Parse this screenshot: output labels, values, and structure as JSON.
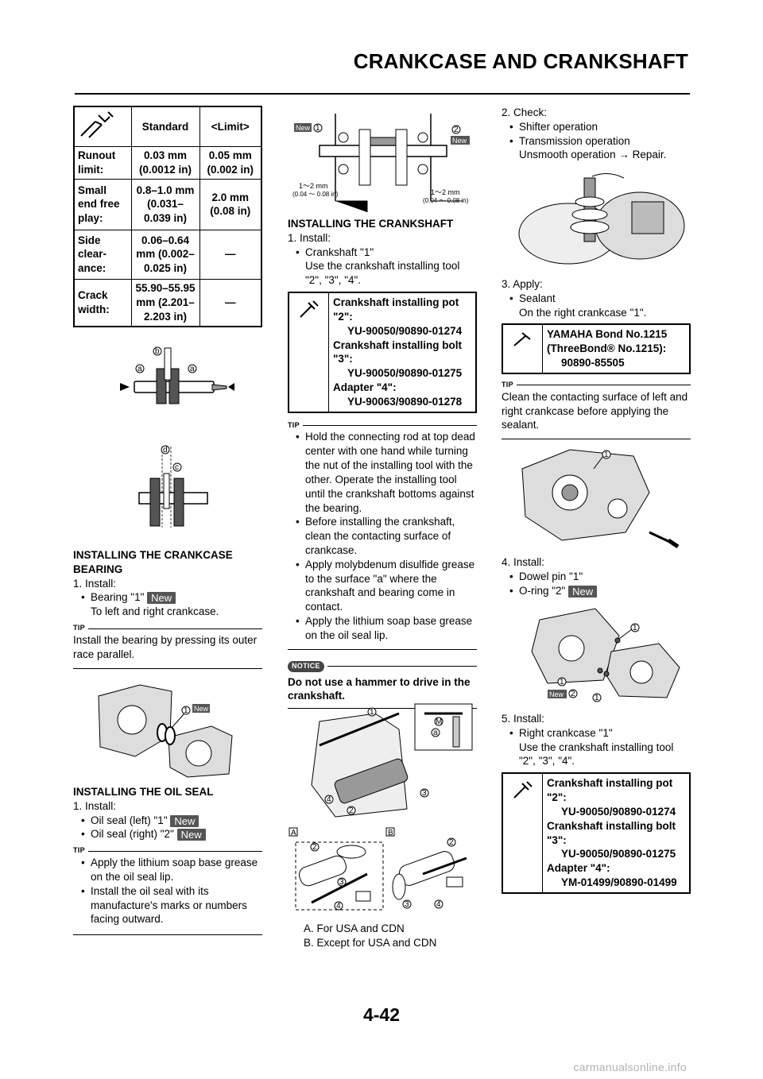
{
  "header": {
    "title": "CRANKCASE AND CRANKSHAFT"
  },
  "page_number": "4-42",
  "watermark": "carmanualsonline.info",
  "spec_table": {
    "col_standard": "Standard",
    "col_limit": "<Limit>",
    "rows": [
      {
        "label": "Runout limit:",
        "standard": "0.03 mm (0.0012 in)",
        "limit": "0.05 mm (0.002 in)"
      },
      {
        "label": "Small end free play:",
        "standard": "0.8–1.0 mm (0.031–0.039 in)",
        "limit": "2.0 mm (0.08 in)"
      },
      {
        "label": "Side clear-ance:",
        "standard": "0.06–0.64 mm (0.002–0.025 in)",
        "limit": "—"
      },
      {
        "label": "Crack width:",
        "standard": "55.90–55.95 mm (2.201–2.203 in)",
        "limit": "—"
      }
    ]
  },
  "labels": {
    "a": "a",
    "b": "b",
    "c": "c",
    "d": "d",
    "m": "M",
    "one": "1",
    "two": "2",
    "three": "3",
    "four": "4",
    "new": "New",
    "box_a": "A",
    "box_b": "B",
    "dim": "1～2 mm",
    "dim_in": "(0.04 ～ 0.08 in)"
  },
  "col1": {
    "bearing_heading": "INSTALLING THE CRANKCASE BEARING",
    "bearing_step1": "1. Install:",
    "bearing_bullet": "Bearing \"1\"",
    "bearing_detail": "To left and right crankcase.",
    "tip_label": "TIP",
    "bearing_tip": "Install the bearing by pressing its outer race parallel.",
    "oilseal_heading": "INSTALLING THE OIL SEAL",
    "oilseal_step1": "1. Install:",
    "oilseal_b1": "Oil seal (left) \"1\"",
    "oilseal_b2": "Oil seal (right) \"2\"",
    "oilseal_tip1": "Apply the lithium soap base grease on the oil seal lip.",
    "oilseal_tip2": "Install the oil seal with its manufacture's marks or numbers facing outward."
  },
  "col2": {
    "crank_heading": "INSTALLING THE CRANKSHAFT",
    "crank_step1": "1. Install:",
    "crank_bullet": "Crankshaft \"1\"",
    "crank_detail": "Use the crankshaft installing tool \"2\", \"3\", \"4\".",
    "tool1_name": "Crankshaft installing pot \"2\":",
    "tool1_pn": "YU-90050/90890-01274",
    "tool2_name": "Crankshaft installing bolt \"3\":",
    "tool2_pn": "YU-90050/90890-01275",
    "tool3_name": "Adapter \"4\":",
    "tool3_pn": "YU-90063/90890-01278",
    "tip_label": "TIP",
    "tip1": "Hold the connecting rod at top dead center with one hand while turning the nut of the installing tool with the other. Operate the installing tool until the crankshaft bottoms against the bearing.",
    "tip2": "Before installing the crankshaft, clean the contacting surface of crankcase.",
    "tip3": "Apply molybdenum disulfide grease to the surface \"a\" where the crankshaft and bearing come in contact.",
    "tip4": "Apply the lithium soap base grease on the oil seal lip.",
    "notice_label": "NOTICE",
    "notice_text": "Do not use a hammer to drive in the crankshaft.",
    "caption_a": "A.  For USA and CDN",
    "caption_b": "B.  Except for USA and CDN"
  },
  "col3": {
    "check_step": "2. Check:",
    "check_b1": "Shifter operation",
    "check_b2": "Transmission operation",
    "check_detail": "Unsmooth operation → Repair.",
    "apply_step": "3. Apply:",
    "apply_b1": "Sealant",
    "apply_detail": "On the right crankcase \"1\".",
    "bond_name": "YAMAHA Bond No.1215 (ThreeBond® No.1215):",
    "bond_pn": "90890-85505",
    "tip_label": "TIP",
    "sealant_tip": "Clean the contacting surface of left and right crankcase before applying the sealant.",
    "install4_step": "4. Install:",
    "install4_b1": "Dowel pin \"1\"",
    "install4_b2": "O-ring \"2\"",
    "install5_step": "5. Install:",
    "install5_b1": "Right crankcase \"1\"",
    "install5_detail": "Use the crankshaft installing tool \"2\", \"3\", \"4\".",
    "tool1_name": "Crankshaft installing pot \"2\":",
    "tool1_pn": "YU-90050/90890-01274",
    "tool2_name": "Crankshaft installing bolt \"3\":",
    "tool2_pn": "YU-90050/90890-01275",
    "tool3_name": "Adapter \"4\":",
    "tool3_pn": "YM-01499/90890-01499"
  }
}
